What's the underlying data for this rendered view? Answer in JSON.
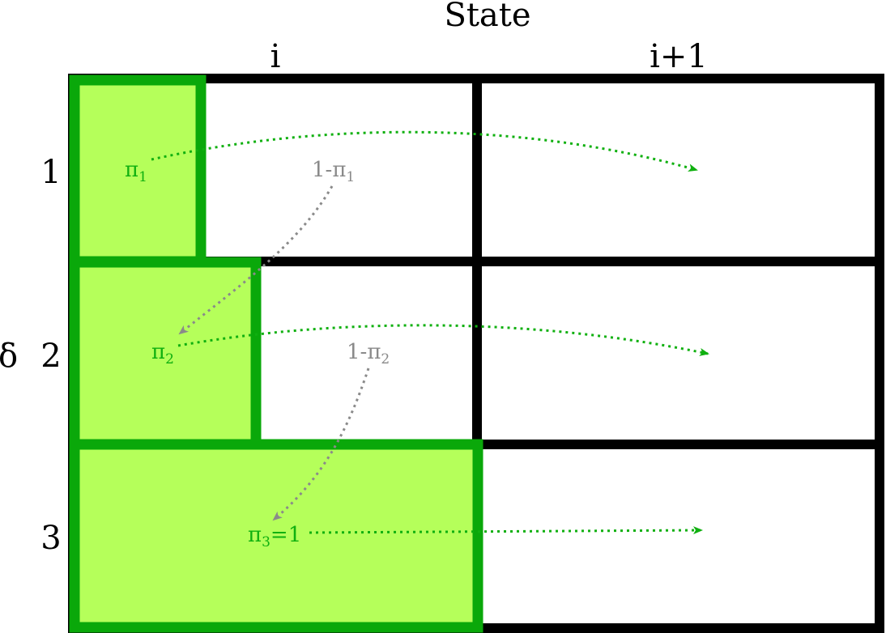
{
  "header": {
    "title": "State"
  },
  "columns": [
    "i",
    "i+1"
  ],
  "row_axis_label": "δ",
  "rows": [
    "1",
    "2",
    "3"
  ],
  "labels": {
    "pi1": {
      "main": "π",
      "sub": "1",
      "tail": ""
    },
    "pi2": {
      "main": "π",
      "sub": "2",
      "tail": ""
    },
    "pi3": {
      "main": "π",
      "sub": "3",
      "tail": "=1"
    },
    "not_pi1": {
      "main": "1-π",
      "sub": "1"
    },
    "not_pi2": {
      "main": "1-π",
      "sub": "2"
    }
  },
  "colors": {
    "fill_green": "#b5ff5a",
    "border_green": "#0aa80a",
    "arrow_green": "#10b010",
    "arrow_gray": "#8a8a8a",
    "grid": "#000000"
  }
}
